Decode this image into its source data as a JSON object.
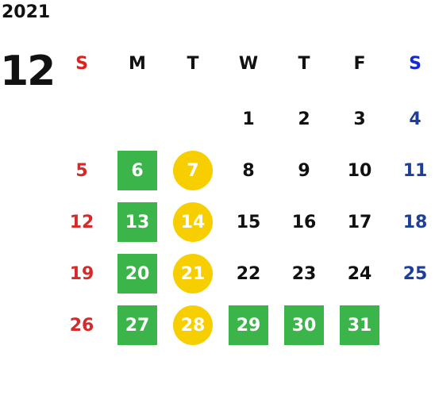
{
  "calendar": {
    "year": "2021",
    "month": "12",
    "weekday_headers": [
      "S",
      "M",
      "T",
      "W",
      "T",
      "F",
      "S"
    ],
    "colors": {
      "green_marker": "#3bb54a",
      "yellow_marker": "#f7cf00",
      "sunday": "#d42a2a",
      "saturday": "#1d3f9a"
    },
    "weeks": [
      [
        null,
        null,
        null,
        "1",
        "2",
        "3",
        "4"
      ],
      [
        "5",
        "6",
        "7",
        "8",
        "9",
        "10",
        "11"
      ],
      [
        "12",
        "13",
        "14",
        "15",
        "16",
        "17",
        "18"
      ],
      [
        "19",
        "20",
        "21",
        "22",
        "23",
        "24",
        "25"
      ],
      [
        "26",
        "27",
        "28",
        "29",
        "30",
        "31",
        null
      ]
    ],
    "marked_green": [
      "6",
      "13",
      "20",
      "27",
      "29",
      "30",
      "31"
    ],
    "marked_yellow": [
      "7",
      "14",
      "21",
      "28"
    ]
  }
}
